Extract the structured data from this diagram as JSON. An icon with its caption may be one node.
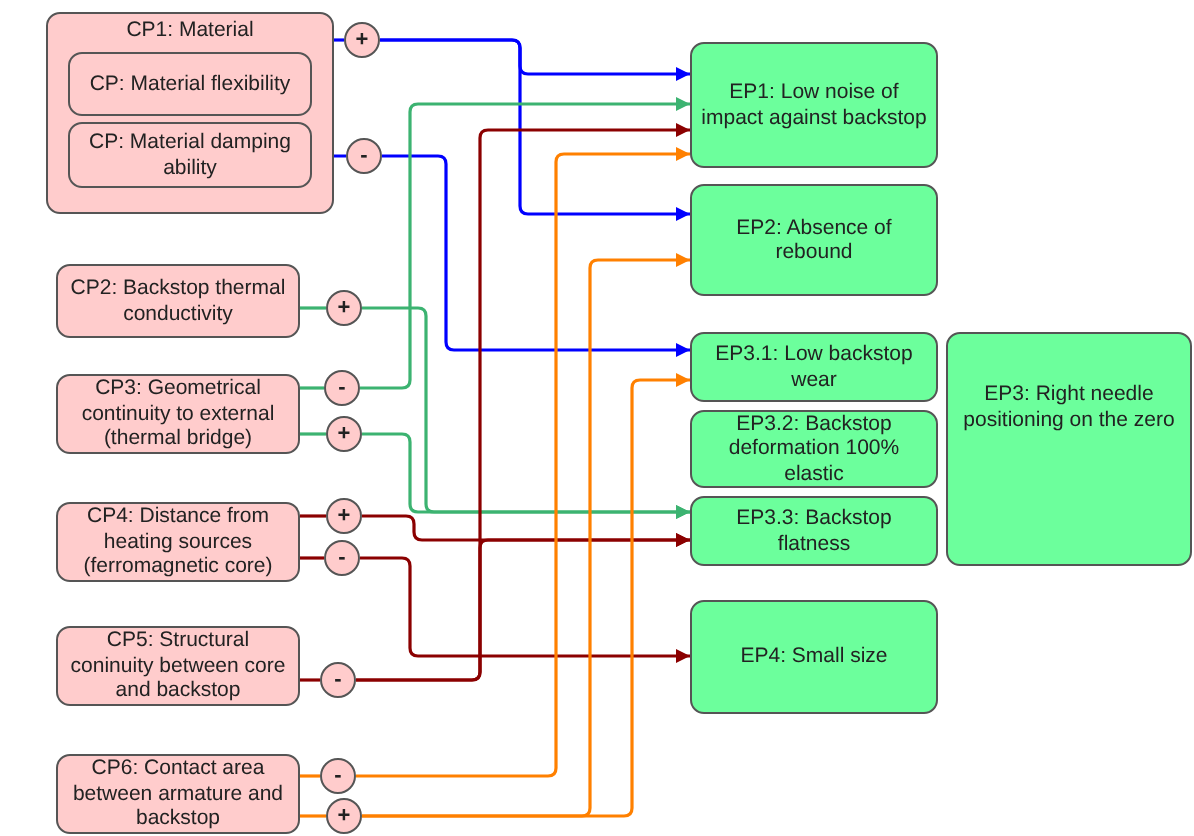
{
  "diagram": {
    "nodes": [
      {
        "text": [
          "CP1: Material"
        ]
      },
      {
        "text": [
          "CP: Material flexibility"
        ],
        "in": 0
      },
      {
        "text": [
          "CP: Material damping ability"
        ],
        "in": 0
      },
      {
        "text": [
          "CP2: Backstop thermal conductivity"
        ]
      },
      {
        "text": [
          "CP3: Geometrical continuity to external (thermal bridge)"
        ]
      },
      {
        "text": [
          "CP4: Distance from heating sources (ferromagnetic core)"
        ]
      },
      {
        "text": [
          "CP5: Structural coninuity between core and backstop"
        ]
      },
      {
        "text": [
          "CP6: Contact area between armature and backstop"
        ]
      },
      {
        "text": [
          "EP1: Low noise of impact against backstop"
        ]
      },
      {
        "text": [
          "EP2: Absence of rebound"
        ]
      },
      {
        "text": [
          "EP3.1: Low backstop wear"
        ]
      },
      {
        "text": [
          "EP3.2: Backstop deformation 100% elastic"
        ]
      },
      {
        "text": [
          "EP3.3: Backstop flatness"
        ]
      },
      {
        "text": [
          "EP3: Right needle positioning on the zero"
        ]
      },
      {
        "text": [
          "EP4: Small size"
        ]
      },
      {
        "text": [
          "+"
        ]
      },
      {
        "text": [
          "-"
        ]
      },
      {
        "text": [
          "+"
        ]
      },
      {
        "text": [
          "-"
        ]
      },
      {
        "text": [
          "+"
        ]
      },
      {
        "text": [
          "+"
        ]
      },
      {
        "text": [
          "-"
        ]
      },
      {
        "text": [
          "-"
        ]
      },
      {
        "text": [
          "-"
        ]
      },
      {
        "text": [
          "+"
        ]
      }
    ],
    "edges": [
      {
        "from": 0,
        "to": 15,
        "arrow": "none",
        "color": "#0000ff"
      },
      {
        "from": 15,
        "to": 8,
        "arrow": "to",
        "color": "#0000ff"
      },
      {
        "from": 15,
        "to": 9,
        "arrow": "to",
        "color": "#0000ff"
      },
      {
        "from": 2,
        "to": 16,
        "arrow": "none",
        "color": "#0000ff"
      },
      {
        "from": 16,
        "to": 10,
        "arrow": "to",
        "color": "#0000ff"
      },
      {
        "from": 3,
        "to": 17,
        "arrow": "none",
        "color": "#3cb371"
      },
      {
        "from": 17,
        "to": 12,
        "arrow": "to",
        "color": "#3cb371"
      },
      {
        "from": 4,
        "to": 18,
        "arrow": "none",
        "color": "#3cb371"
      },
      {
        "from": 18,
        "to": 8,
        "arrow": "to",
        "color": "#3cb371"
      },
      {
        "from": 4,
        "to": 19,
        "arrow": "none",
        "color": "#3cb371"
      },
      {
        "from": 19,
        "to": 12,
        "arrow": "to",
        "color": "#3cb371"
      },
      {
        "from": 5,
        "to": 20,
        "arrow": "none",
        "color": "#8b0000"
      },
      {
        "from": 20,
        "to": 12,
        "arrow": "to",
        "color": "#8b0000"
      },
      {
        "from": 5,
        "to": 21,
        "arrow": "none",
        "color": "#8b0000"
      },
      {
        "from": 21,
        "to": 14,
        "arrow": "to",
        "color": "#8b0000"
      },
      {
        "from": 6,
        "to": 22,
        "arrow": "none",
        "color": "#8b0000"
      },
      {
        "from": 22,
        "to": 8,
        "arrow": "to",
        "color": "#8b0000"
      },
      {
        "from": 22,
        "to": 12,
        "arrow": "to",
        "color": "#8b0000"
      },
      {
        "from": 7,
        "to": 23,
        "arrow": "none",
        "color": "#ff8000"
      },
      {
        "from": 23,
        "to": 8,
        "arrow": "to",
        "color": "#ff8000"
      },
      {
        "from": 7,
        "to": 24,
        "arrow": "none",
        "color": "#ff8000"
      },
      {
        "from": 24,
        "to": 9,
        "arrow": "to",
        "color": "#ff8000"
      },
      {
        "from": 24,
        "to": 10,
        "arrow": "to",
        "color": "#ff8000"
      }
    ]
  }
}
